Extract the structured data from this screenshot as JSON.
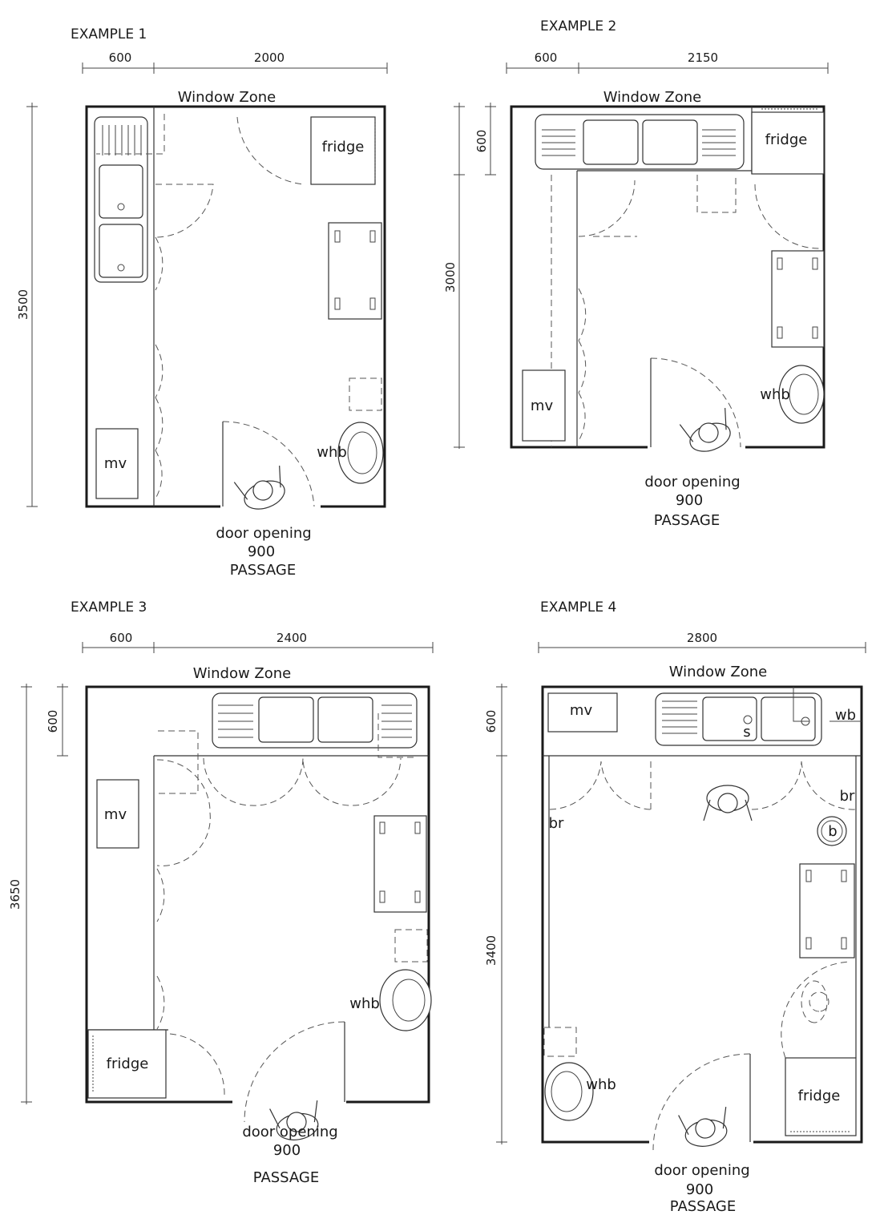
{
  "examples": [
    {
      "title": "EXAMPLE  1",
      "dims": {
        "bench": "600",
        "width": "2000",
        "depth": "3500"
      },
      "window_zone": "Window Zone",
      "labels": {
        "fridge": "fridge",
        "mv": "mv",
        "whb": "whb",
        "door": "door opening",
        "door_width": "900",
        "passage": "PASSAGE"
      }
    },
    {
      "title": "EXAMPLE  2",
      "dims": {
        "bench": "600",
        "width": "2150",
        "bench_depth": "600",
        "depth": "3000"
      },
      "window_zone": "Window Zone",
      "labels": {
        "fridge": "fridge",
        "mv": "mv",
        "whb": "whb",
        "door": "door opening",
        "door_width": "900",
        "passage": "PASSAGE"
      }
    },
    {
      "title": "EXAMPLE  3",
      "dims": {
        "bench": "600",
        "width": "2400",
        "bench_depth": "600",
        "depth": "3650"
      },
      "window_zone": "Window Zone",
      "labels": {
        "fridge": "fridge",
        "mv": "mv",
        "whb": "whb",
        "door": "door opening",
        "door_width": "900",
        "passage": "PASSAGE"
      }
    },
    {
      "title": "EXAMPLE  4",
      "dims": {
        "width": "2800",
        "bench_depth": "600",
        "depth": "3400"
      },
      "window_zone": "Window Zone",
      "labels": {
        "fridge": "fridge",
        "mv": "mv",
        "whb": "whb",
        "wb": "wb",
        "s": "s",
        "br_left": "br",
        "br_right": "br",
        "b": "b",
        "door": "door opening",
        "door_width": "900",
        "passage": "PASSAGE"
      }
    }
  ]
}
